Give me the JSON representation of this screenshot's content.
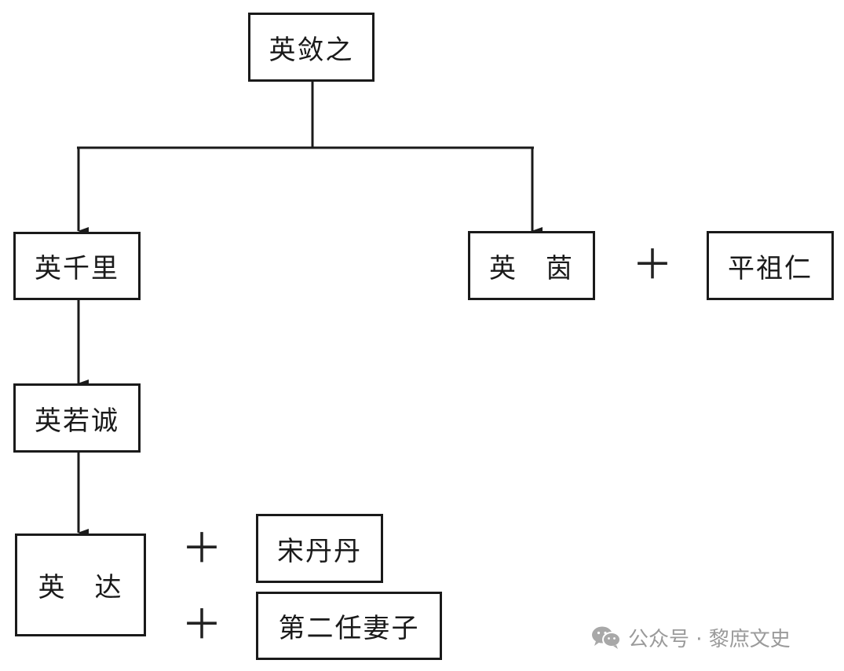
{
  "diagram": {
    "nodes": {
      "root": "英敛之",
      "son": "英千里",
      "daughter": "英　茵",
      "daughter_spouse": "平祖仁",
      "grandson": "英若诚",
      "great_grandson": "英　达",
      "spouse_1": "宋丹丹",
      "spouse_2": "第二任妻子"
    },
    "relation_symbol": "＋"
  },
  "watermark": {
    "text": "公众号 · 黎庶文史",
    "icon": "wechat-icon"
  }
}
